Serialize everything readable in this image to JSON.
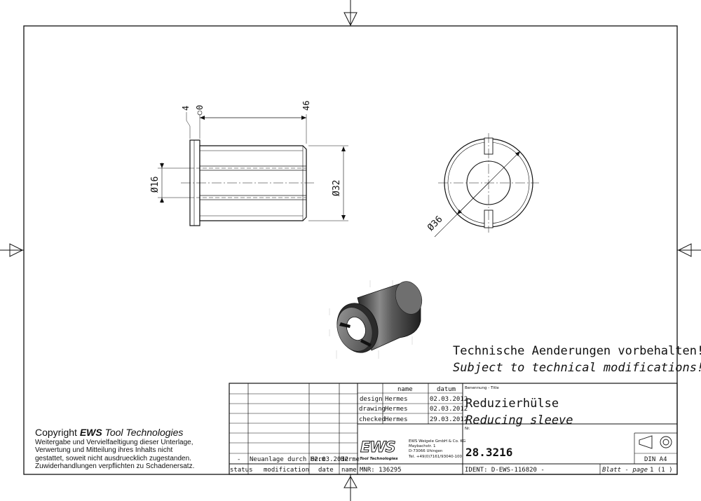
{
  "drawing": {
    "dims": {
      "left_offset": "4",
      "zero": "0",
      "length": "46",
      "bore_diameter": "Ø16",
      "outer_diameter": "Ø32",
      "flange_diameter": "Ø36"
    },
    "notice_de": "Technische Aenderungen vorbehalten!",
    "notice_en": "Subject to technical modifications!"
  },
  "copyright": {
    "prefix": "Copyright",
    "brand": "EWS",
    "suffix": "Tool Technologies",
    "lines": [
      "Weitergabe und Vervielfaeltigung dieser Unterlage,",
      "Verwertung und Mitteilung ihres Inhalts nicht",
      "gestattet, soweit nicht ausdruecklich zugestanden.",
      "Zuwiderhandlungen verpflichten zu Schadenersatz."
    ]
  },
  "title_block": {
    "header_name": "name",
    "header_date": "datum",
    "rows": [
      {
        "role": "design",
        "name": "Hermes",
        "date": "02.03.2012"
      },
      {
        "role": "drawing",
        "name": "Hermes",
        "date": "02.03.2012"
      },
      {
        "role": "checked",
        "name": "Hermes",
        "date": "29.03.2012"
      }
    ],
    "title_label": "Benennung - Title",
    "title_de": "Reduzierhülse",
    "title_en": "Reducing sleeve",
    "company_logo": "EWS",
    "company_tagline": "Tool Technologies",
    "company_lines": [
      "EWS Weigele GmbH & Co. KG",
      "Maybachstr. 1",
      "D-73066 Uhingen",
      "Tel. +49(0)7161/93040-100"
    ],
    "nr_label": "Nr.",
    "part_number": "28.3216",
    "paper_size": "DIN A4",
    "mnr": "MNR: 136295",
    "ident": "IDENT: D-EWS-116820 -",
    "sheet_label": "Blatt - page",
    "sheet_value": "1 (1 )",
    "revision": {
      "status": "-",
      "modification": "Neuanlage durch Herm",
      "date": "02.03.2012",
      "name": "Herme"
    },
    "revision_headers": {
      "status": "status",
      "modification": "modification",
      "date": "date",
      "name": "name"
    }
  }
}
